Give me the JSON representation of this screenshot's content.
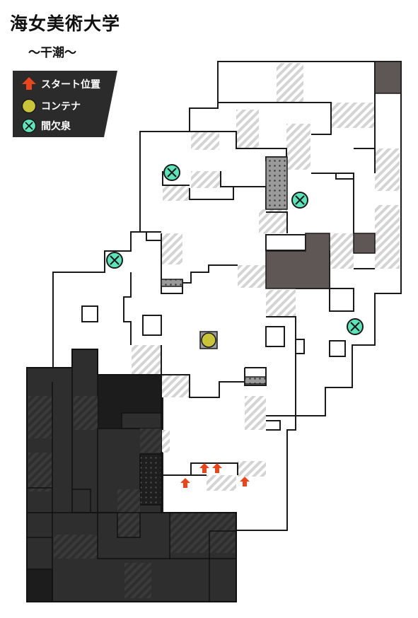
{
  "title": "海女美術大学",
  "subtitle": "〜干潮〜",
  "legend": [
    {
      "label": "スタート位置",
      "icon": "start-arrow-icon",
      "color": "#e8471d"
    },
    {
      "label": "コンテナ",
      "icon": "container-icon",
      "color": "#c9c43a"
    },
    {
      "label": "間欠泉",
      "icon": "geyser-icon",
      "color": "#5fe3b8"
    }
  ],
  "colors": {
    "floor": "#ffffff",
    "outline": "#1a1a1a",
    "wall_dark": "#5e5755",
    "offmap": "#2e2e2e",
    "offmap_darker": "#1c1c1c",
    "hatch": "#d6d6d6",
    "legend_bg": "#2b2b2b"
  }
}
